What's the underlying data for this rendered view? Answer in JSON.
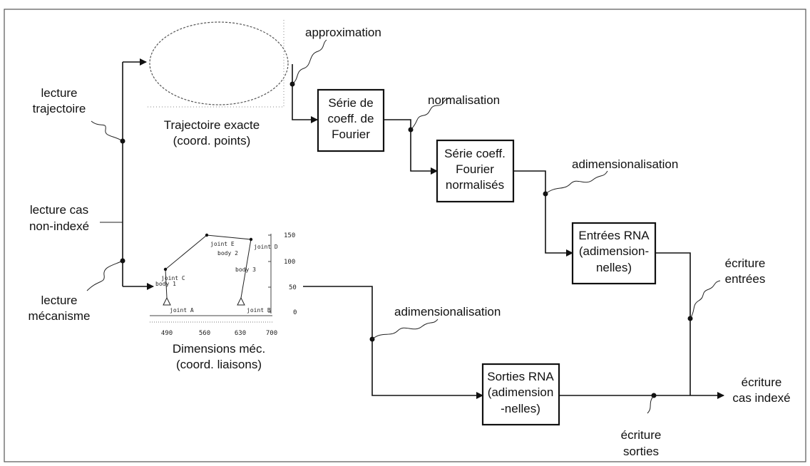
{
  "labels": {
    "lecture_trajectoire": [
      "lecture",
      "trajectoire"
    ],
    "lecture_cas": [
      "lecture cas",
      "non-indexé"
    ],
    "lecture_mecanisme": [
      "lecture",
      "mécanisme"
    ],
    "trajectoire_exacte": [
      "Trajectoire exacte",
      "(coord. points)"
    ],
    "dimensions_mec": [
      "Dimensions méc.",
      "(coord. liaisons)"
    ],
    "approximation": "approximation",
    "normalisation": "normalisation",
    "adimensionalisation_top": "adimensionalisation",
    "adimensionalisation_bottom": "adimensionalisation",
    "ecriture_entrees": [
      "écriture",
      "entrées"
    ],
    "ecriture_sorties": [
      "écriture",
      "sorties"
    ],
    "ecriture_cas": [
      "écriture",
      "cas  indexé"
    ]
  },
  "boxes": {
    "serie_fourier": [
      "Série de",
      "coeff. de",
      "Fourier"
    ],
    "serie_norm": [
      "Série coeff.",
      "Fourier",
      "normalisés"
    ],
    "entrees_rna": [
      "Entrées RNA",
      "(adimension-",
      "nelles)"
    ],
    "sorties_rna": [
      "Sorties RNA",
      "(adimension",
      "-nelles)"
    ]
  },
  "mechanism_plot": {
    "joint_labels": [
      "joint E",
      "joint D",
      "joint C",
      "joint A",
      "joint B"
    ],
    "body_labels": [
      "body 2",
      "body 1",
      "body 3"
    ],
    "y_ticks": [
      "150",
      "100",
      "50",
      "0"
    ],
    "x_ticks": [
      "490",
      "560",
      "630",
      "700"
    ]
  }
}
